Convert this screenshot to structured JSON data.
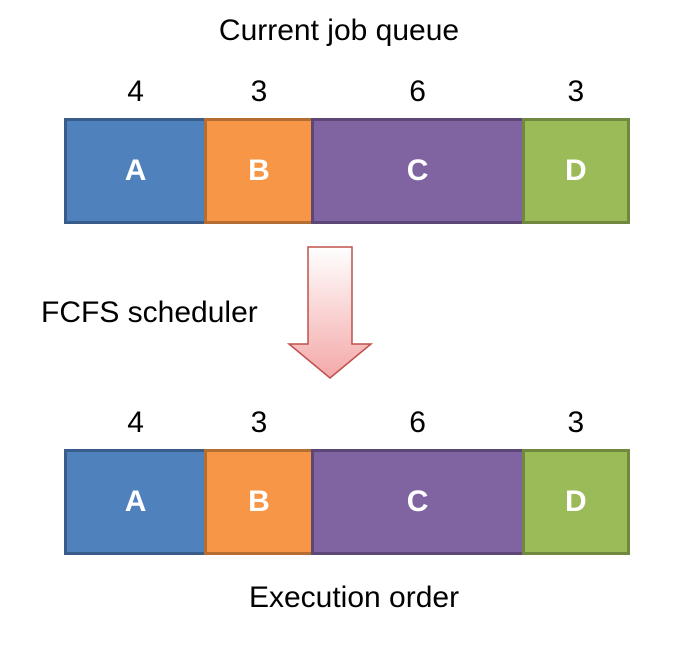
{
  "top_caption": "Current job queue",
  "bottom_caption": "Execution order",
  "scheduler_label": "FCFS scheduler",
  "queue": {
    "jobs": [
      {
        "label": "A",
        "duration": "4",
        "color": "#4f81bd"
      },
      {
        "label": "B",
        "duration": "3",
        "color": "#f79646"
      },
      {
        "label": "C",
        "duration": "6",
        "color": "#8064a2"
      },
      {
        "label": "D",
        "duration": "3",
        "color": "#9bbb59"
      }
    ]
  },
  "execution": {
    "jobs": [
      {
        "label": "A",
        "duration": "4",
        "color": "#4f81bd"
      },
      {
        "label": "B",
        "duration": "3",
        "color": "#f79646"
      },
      {
        "label": "C",
        "duration": "6",
        "color": "#8064a2"
      },
      {
        "label": "D",
        "duration": "3",
        "color": "#9bbb59"
      }
    ]
  },
  "arrow": {
    "icon": "down-arrow-icon",
    "fill_top": "#ffffff",
    "fill_bottom": "#f4a8a8",
    "stroke": "#c0504d"
  }
}
